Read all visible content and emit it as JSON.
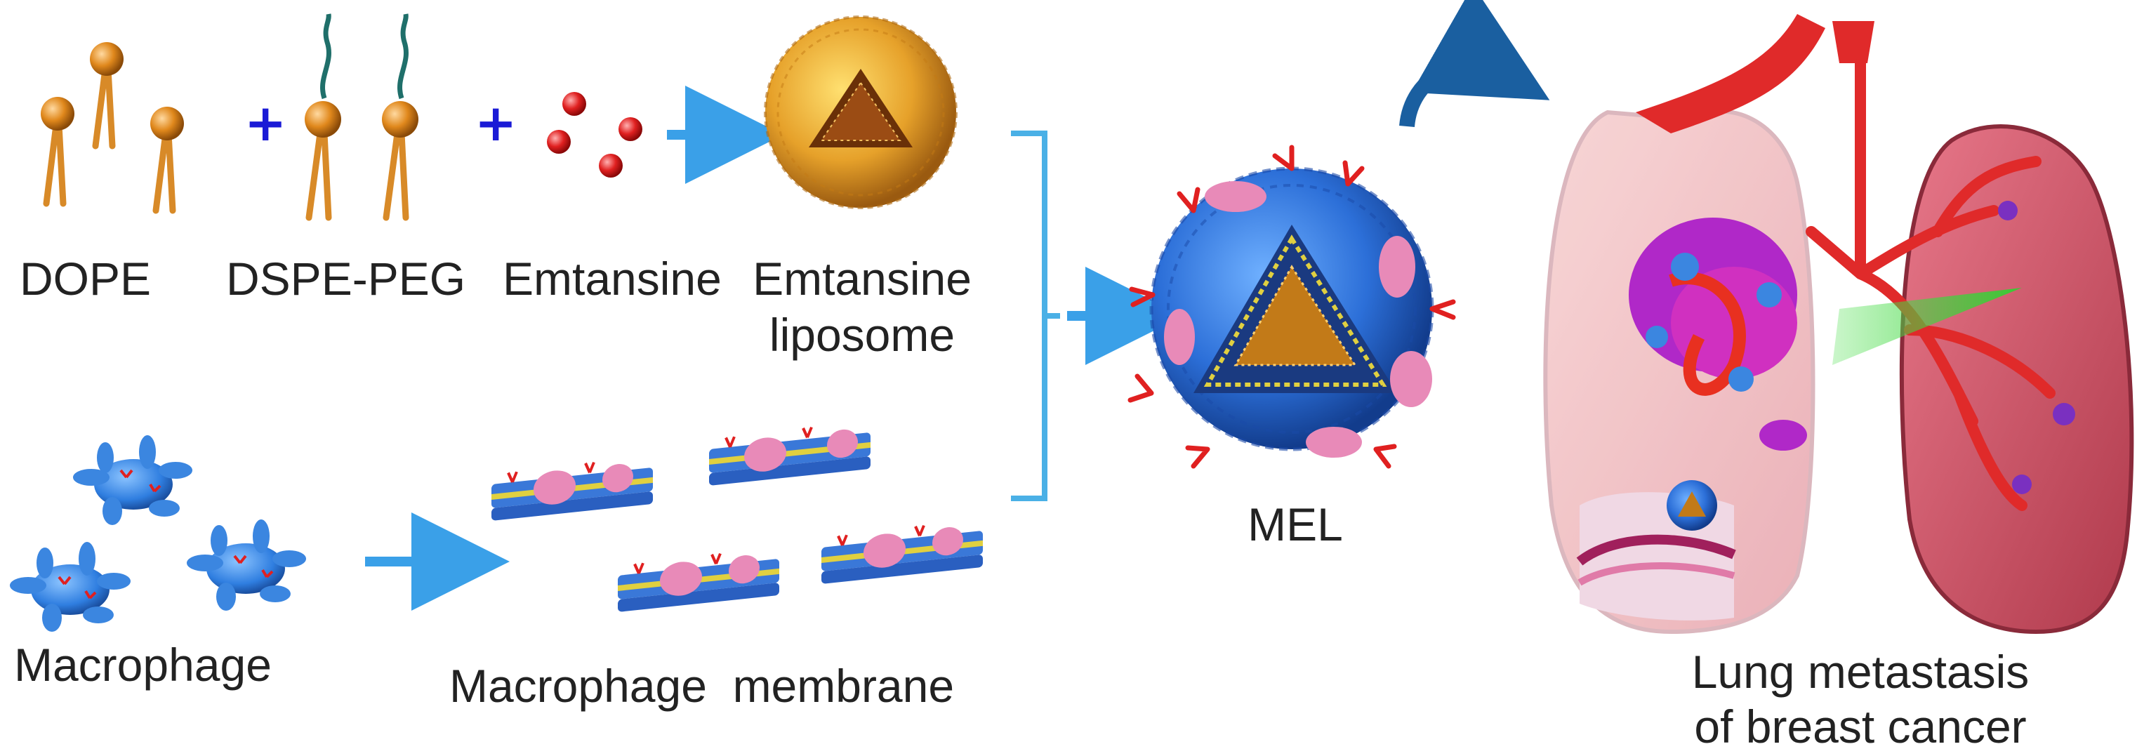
{
  "labels": {
    "dope": "DOPE",
    "dspe_peg": "DSPE-PEG",
    "emtansine": "Emtansine",
    "emtansine_liposome_line1": "Emtansine",
    "emtansine_liposome_line2": "liposome",
    "macrophage": "Macrophage",
    "macrophage_membrane": "Macrophage  membrane",
    "mel": "MEL",
    "lung_line1": "Lung metastasis",
    "lung_line2": "of breast cancer"
  },
  "symbols": {
    "plus": "+"
  },
  "colors": {
    "lipid_head": "#e0881c",
    "lipid_tail": "#d88a28",
    "peg_chain": "#1f6f6a",
    "drug": "#e02020",
    "macrophage": "#3b86e0",
    "membrane_blue": "#3a78d8",
    "membrane_yellow": "#e0d040",
    "membrane_pink": "#e88ab8",
    "arrow": "#3aa0e8",
    "bracket": "#4ab0e6",
    "curved_arrow": "#1a5fa0",
    "plus": "#1b1bd6",
    "lung": "#c84858",
    "vessel": "#e02a2a"
  }
}
